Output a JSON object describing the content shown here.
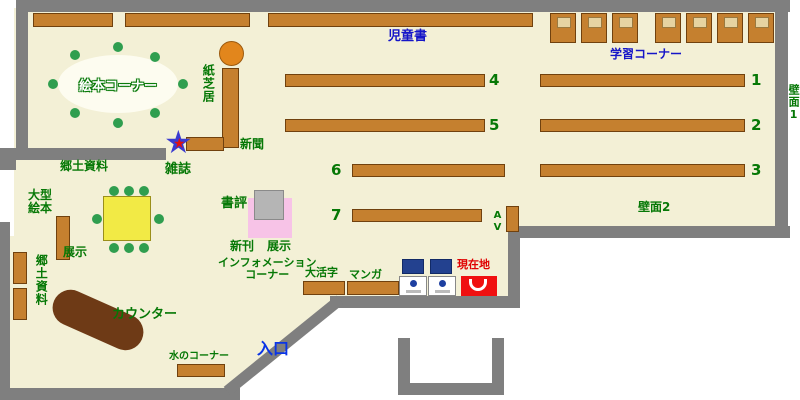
{
  "map": {
    "labels": {
      "picture_book_corner": "絵本コーナー",
      "kamishibai": "紙芝居",
      "children_books": "児童書",
      "study_corner": "学習コーナー",
      "newspaper": "新聞",
      "magazine": "雑誌",
      "local_materials": "郷土資料",
      "large_picture_books_l1": "大型",
      "large_picture_books_l2": "絵本",
      "exhibit_left": "展示",
      "book_review": "書評",
      "new_arrivals": "新刊",
      "exhibit_center": "展示",
      "information_l1": "インフォメーション",
      "information_l2": "コーナー",
      "large_print": "大活字",
      "manga": "マンガ",
      "you_are_here": "現在地",
      "counter": "カウンター",
      "water_corner": "水のコーナー",
      "entrance": "入口",
      "wall_face_1": "壁面1",
      "wall_face_2": "壁面2",
      "local_materials_vertical": "郷土資料",
      "av": "AV"
    },
    "shelf_numbers": [
      "1",
      "2",
      "3",
      "4",
      "5",
      "6",
      "7"
    ],
    "colors": {
      "floor": "#f3f0d6",
      "wall": "#7f7f7f",
      "shelf_brown": "#c5802f",
      "label_green": "#067806",
      "label_blue": "#1515c8",
      "label_red": "#e00000",
      "table_yellow": "#f2ea45",
      "stool_green": "#2f9e4f",
      "counter_brown": "#6e3a16",
      "exhibit_pink": "#f7c3e7",
      "marker_red": "#f01010",
      "star_blue": "#3b3bd0"
    }
  }
}
